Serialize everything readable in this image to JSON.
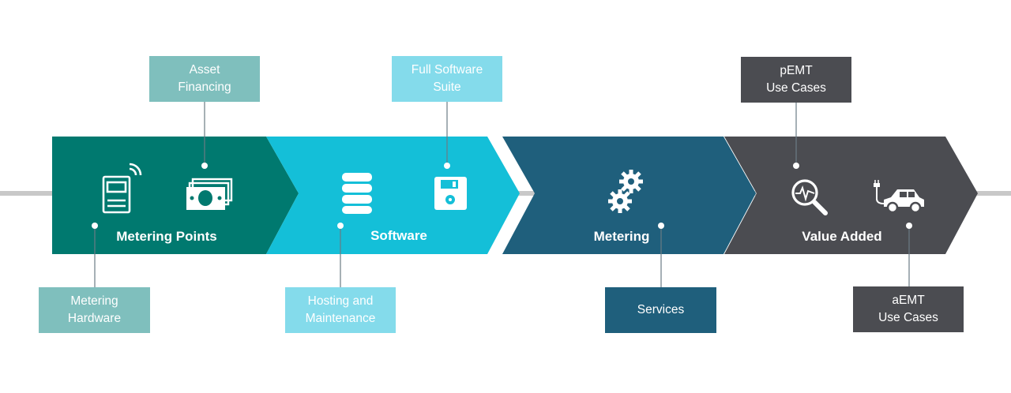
{
  "colors": {
    "line": "#c8c8c8",
    "stage1": "#00796f",
    "stage2": "#14bfd8",
    "stage3": "#1f5f7c",
    "stage4": "#4b4c51",
    "box_asset_financing": "#7fbfbd",
    "box_metering_hardware": "#7fbfbd",
    "box_full_software_suite": "#84dbeb",
    "box_hosting_maintenance": "#84dbeb",
    "box_services": "#1f5f7c",
    "box_pemt": "#4b4c51",
    "box_aemt": "#4b4c51",
    "connector": "#6b7b84",
    "icon": "#ffffff"
  },
  "stages": [
    {
      "label": "Metering Points",
      "icons": [
        "smart-meter-icon",
        "cash-stack-icon"
      ]
    },
    {
      "label": "Software",
      "icons": [
        "database-icon",
        "floppy-disk-icon"
      ]
    },
    {
      "label": "Metering",
      "icons": [
        "gears-icon"
      ]
    },
    {
      "label": "Value Added",
      "icons": [
        "magnifier-pulse-icon",
        "electric-car-icon"
      ]
    }
  ],
  "boxes": {
    "asset_financing": "Asset\nFinancing",
    "metering_hardware": "Metering\nHardware",
    "full_software_suite": "Full Software\nSuite",
    "hosting_maintenance": "Hosting and\nMaintenance",
    "services": "Services",
    "pemt": "pEMT\nUse Cases",
    "aemt": "aEMT\nUse Cases"
  }
}
